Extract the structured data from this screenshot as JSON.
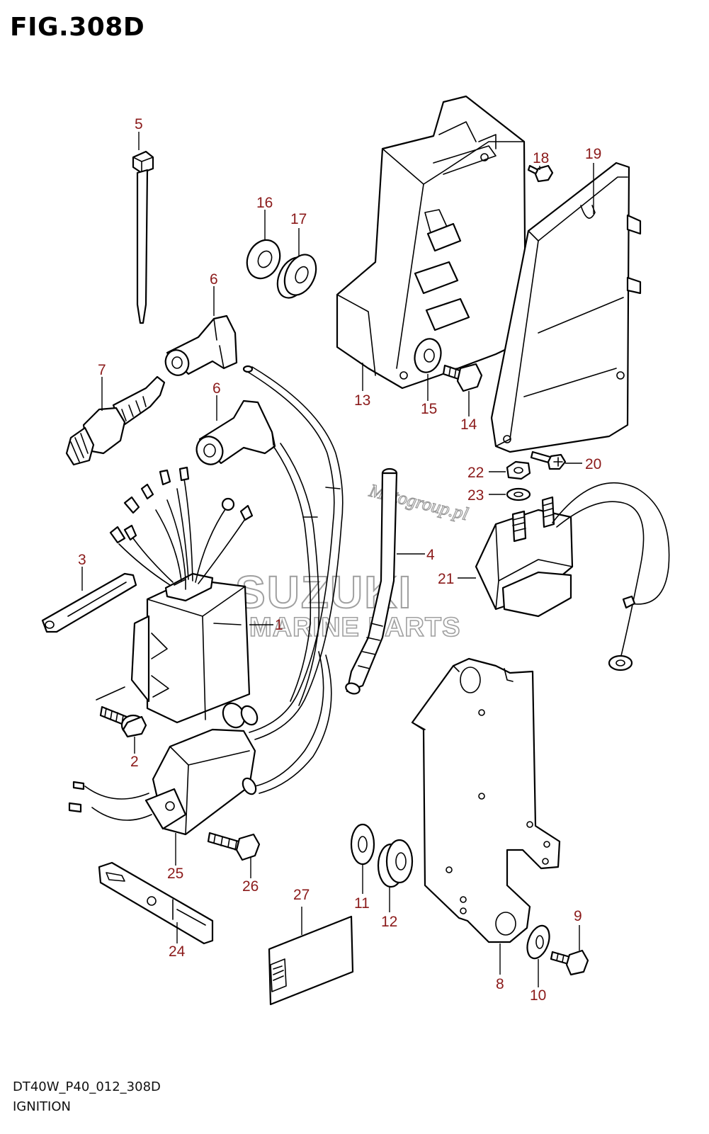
{
  "figure": {
    "title": "FIG.308D",
    "code": "DT40W_P40_012_308D",
    "name": "IGNITION"
  },
  "watermark": {
    "brand": "SUZUKI",
    "subtitle": "MARINE PARTS",
    "site": "Motogroup.pl"
  },
  "callouts": {
    "c1": "1",
    "c2": "2",
    "c3": "3",
    "c4": "4",
    "c5": "5",
    "c6a": "6",
    "c6b": "6",
    "c7": "7",
    "c8": "8",
    "c9": "9",
    "c10": "10",
    "c11": "11",
    "c12": "12",
    "c13": "13",
    "c14": "14",
    "c15": "15",
    "c16": "16",
    "c17": "17",
    "c18": "18",
    "c19": "19",
    "c20": "20",
    "c21": "21",
    "c22": "22",
    "c23": "23",
    "c24": "24",
    "c25": "25",
    "c26": "26",
    "c27": "27"
  },
  "colors": {
    "callout": "#8b1a1a",
    "line": "#000000",
    "watermark": "#a0a0a0"
  }
}
